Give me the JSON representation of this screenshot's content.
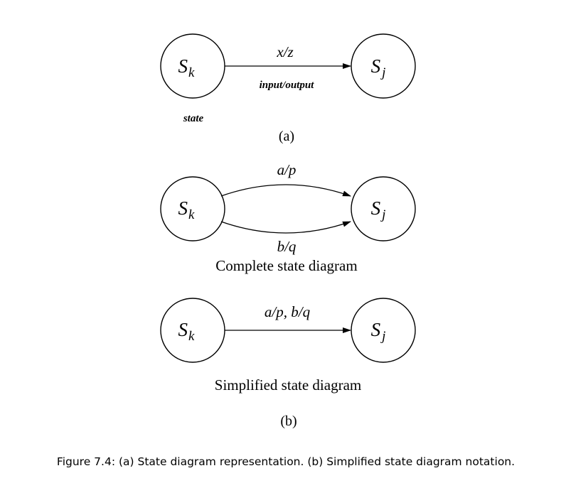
{
  "figure": {
    "caption": "Figure 7.4: (a) State diagram representation. (b) Simplified state diagram notation."
  },
  "panel_a": {
    "source_state": {
      "symbol": "S",
      "subscript": "k"
    },
    "target_state": {
      "symbol": "S",
      "subscript": "j"
    },
    "edge_label": "x/z",
    "edge_sublabel": "input/output",
    "state_annotation": "state",
    "panel_label": "(a)"
  },
  "panel_b_complete": {
    "source_state": {
      "symbol": "S",
      "subscript": "k"
    },
    "target_state": {
      "symbol": "S",
      "subscript": "j"
    },
    "upper_edge_label": "a/p",
    "lower_edge_label": "b/q",
    "subtitle": "Complete state diagram"
  },
  "panel_b_simplified": {
    "source_state": {
      "symbol": "S",
      "subscript": "k"
    },
    "target_state": {
      "symbol": "S",
      "subscript": "j"
    },
    "edge_label": "a/p, b/q",
    "subtitle": "Simplified state diagram",
    "panel_label": "(b)"
  }
}
